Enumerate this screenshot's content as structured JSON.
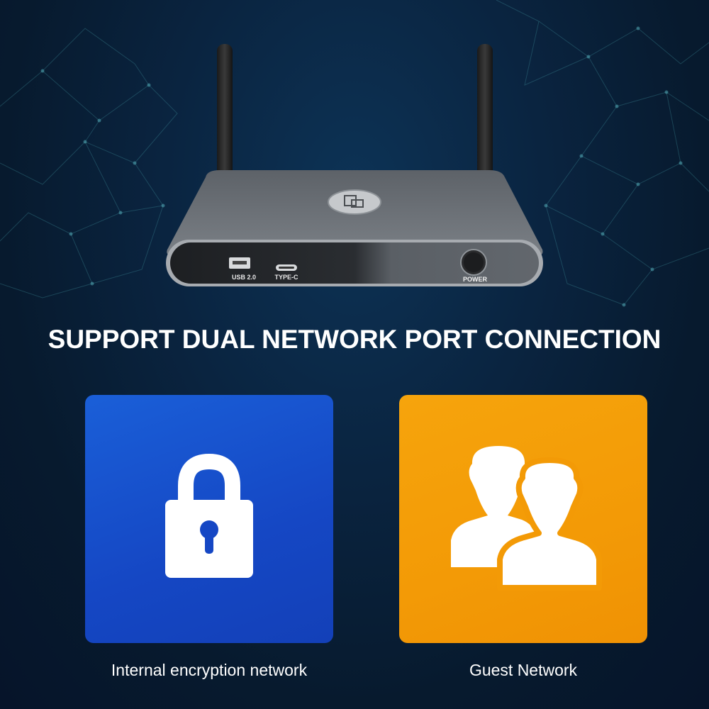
{
  "headline": "SUPPORT DUAL NETWORK PORT CONNECTION",
  "device": {
    "ports": {
      "usb_label": "USB 2.0",
      "typec_label": "TYPE-C",
      "power_label": "POWER"
    }
  },
  "features": [
    {
      "icon": "lock-icon",
      "label": "Internal encryption network",
      "color": "#1a56d6"
    },
    {
      "icon": "users-icon",
      "label": "Guest Network",
      "color": "#f39c06"
    }
  ]
}
